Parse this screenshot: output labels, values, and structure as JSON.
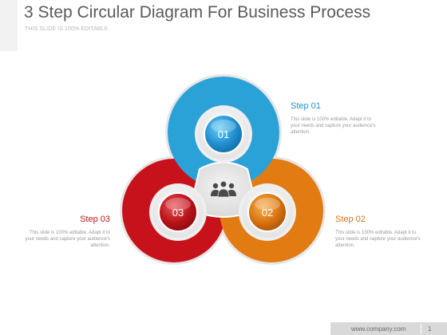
{
  "slide": {
    "title": "3 Step Circular Diagram For Business Process",
    "subtitle": "THIS SLIDE IS 100% EDITABLE."
  },
  "colors": {
    "step1": "#2aa2d8",
    "step2": "#e17b12",
    "step3": "#c8121b",
    "heading_blue": "#2a8fc6",
    "heading_orange": "#d9731a",
    "heading_red": "#c0181f"
  },
  "steps": [
    {
      "number": "01",
      "heading": "Step 01",
      "text": "This slide is 100% editable. Adapt it to your needs and capture your audience's attention."
    },
    {
      "number": "02",
      "heading": "Step 02",
      "text": "This slide is 100% editable. Adapt it to your needs and capture your audience's attention."
    },
    {
      "number": "03",
      "heading": "Step 03",
      "text": "This slide is 100% editable. Adapt it to your needs and capture your audience's attention."
    }
  ],
  "center_icon": "people-group-icon",
  "footer": {
    "url": "www.company.com",
    "page": "1"
  }
}
